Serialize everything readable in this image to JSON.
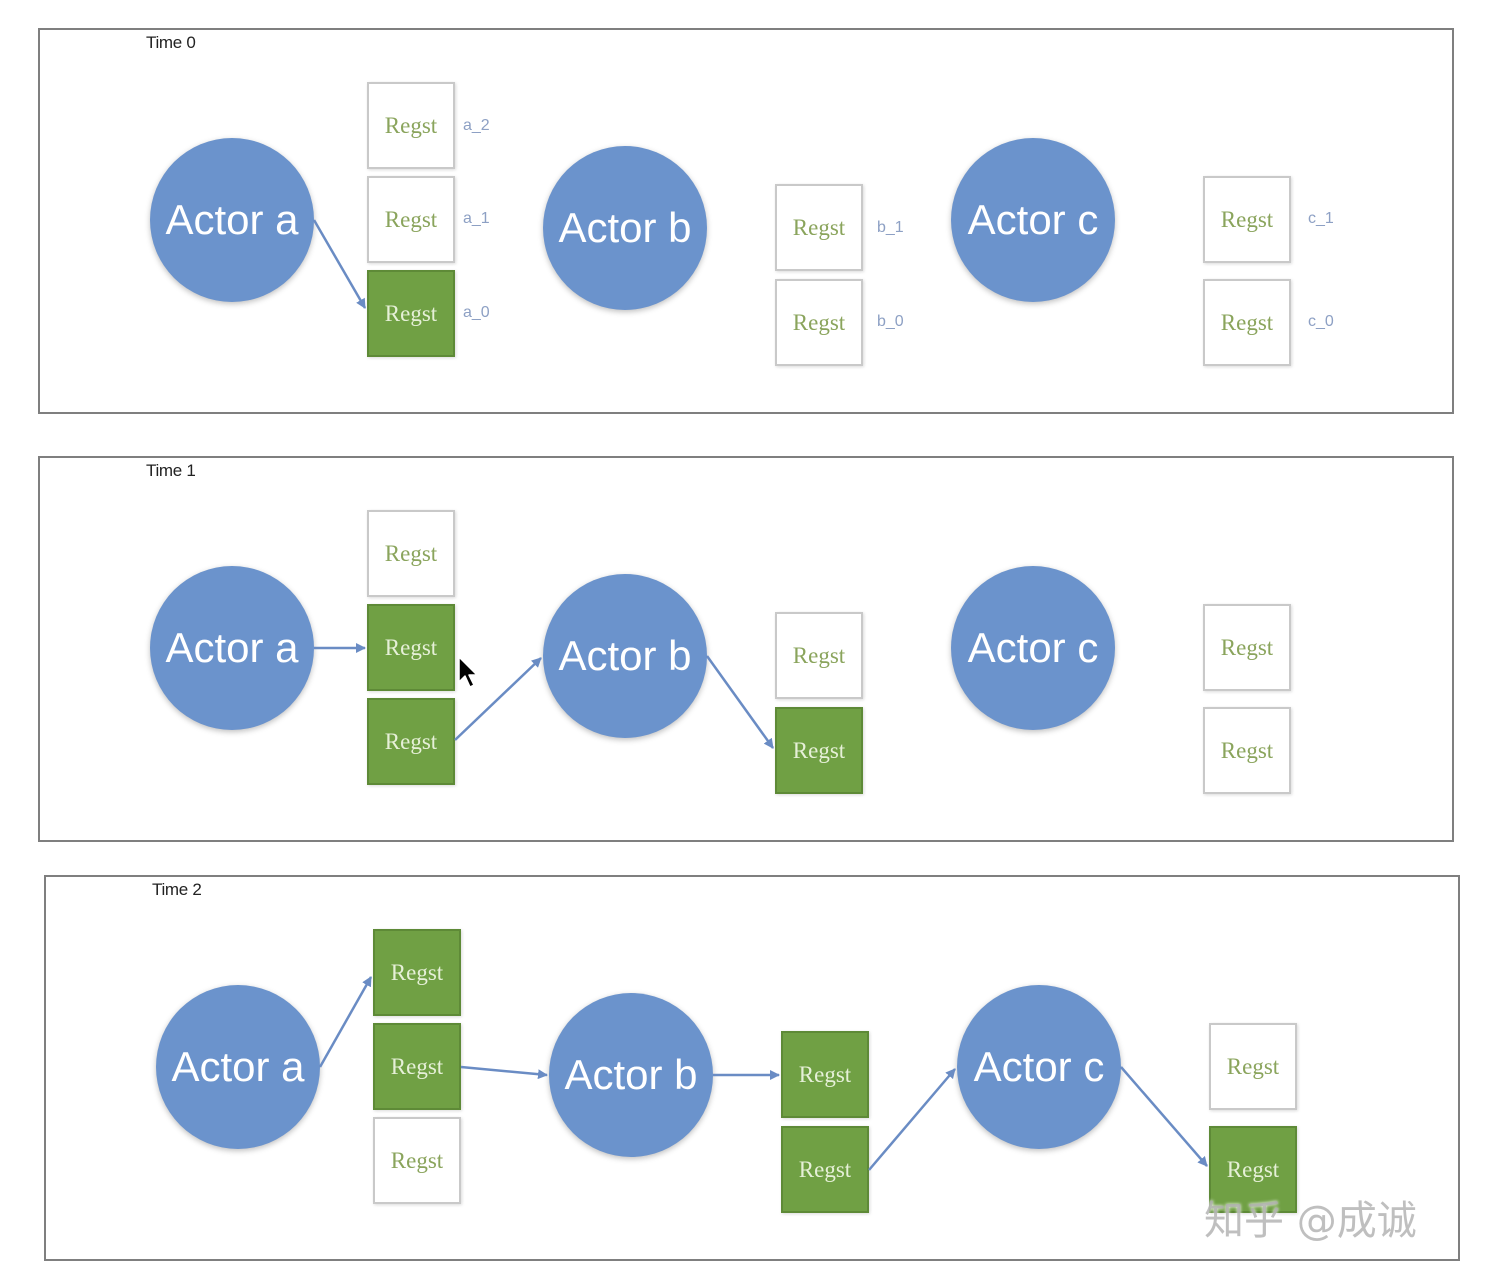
{
  "panels": [
    {
      "title": "Time 0",
      "actors": [
        "Actor a",
        "Actor b",
        "Actor c"
      ],
      "regsts": [
        {
          "text": "Regst",
          "label": "a_2",
          "active": false
        },
        {
          "text": "Regst",
          "label": "a_1",
          "active": false
        },
        {
          "text": "Regst",
          "label": "a_0",
          "active": true
        },
        {
          "text": "Regst",
          "label": "b_1",
          "active": false
        },
        {
          "text": "Regst",
          "label": "b_0",
          "active": false
        },
        {
          "text": "Regst",
          "label": "c_1",
          "active": false
        },
        {
          "text": "Regst",
          "label": "c_0",
          "active": false
        }
      ]
    },
    {
      "title": "Time 1",
      "actors": [
        "Actor a",
        "Actor b",
        "Actor c"
      ],
      "regsts": [
        {
          "text": "Regst",
          "active": false
        },
        {
          "text": "Regst",
          "active": true
        },
        {
          "text": "Regst",
          "active": true
        },
        {
          "text": "Regst",
          "active": false
        },
        {
          "text": "Regst",
          "active": true
        },
        {
          "text": "Regst",
          "active": false
        },
        {
          "text": "Regst",
          "active": false
        }
      ]
    },
    {
      "title": "Time 2",
      "actors": [
        "Actor a",
        "Actor b",
        "Actor c"
      ],
      "regsts": [
        {
          "text": "Regst",
          "active": true
        },
        {
          "text": "Regst",
          "active": true
        },
        {
          "text": "Regst",
          "active": false
        },
        {
          "text": "Regst",
          "active": true
        },
        {
          "text": "Regst",
          "active": true
        },
        {
          "text": "Regst",
          "active": false
        },
        {
          "text": "Regst",
          "active": true
        }
      ]
    }
  ],
  "watermark": "知乎 @成诚",
  "colors": {
    "actor": "#6b93cc",
    "regst_active": "#70a044",
    "regst_text": "#8aa45c",
    "arrow": "#6a8cc4"
  }
}
